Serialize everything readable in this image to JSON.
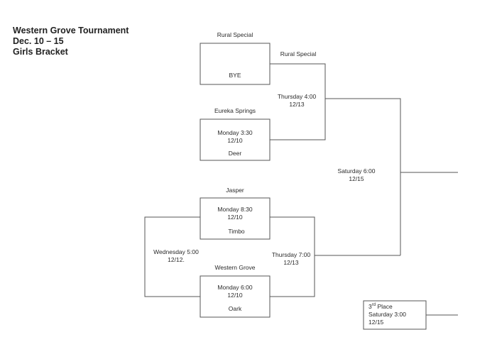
{
  "header": {
    "line1": "Western Grove Tournament",
    "line2": "Dec. 10 – 15",
    "line3": "Girls Bracket"
  },
  "bracket": {
    "game1": {
      "top_team": "Rural Special",
      "bottom_team": "BYE"
    },
    "game2": {
      "top_team": "Eureka Springs",
      "day_time": "Monday 3:30",
      "date": "12/10",
      "bottom_team": "Deer"
    },
    "game3": {
      "top_team": "Jasper",
      "day_time": "Monday 8:30",
      "date": "12/10",
      "bottom_team": "Timbo"
    },
    "game4": {
      "top_team": "Western Grove",
      "day_time": "Monday 6:00",
      "date": "12/10",
      "bottom_team": "Oark"
    },
    "advance1": {
      "team": "Rural Special"
    },
    "semifinal_top": {
      "day_time": "Thursday 4:00",
      "date": "12/13"
    },
    "semifinal_bottom": {
      "day_time": "Thursday 7:00",
      "date": "12/13"
    },
    "consolation": {
      "day_time": "Wednesday 5:00",
      "date": "12/12."
    },
    "final": {
      "day_time": "Saturday 6:00",
      "date": "12/15"
    },
    "third_place": {
      "label_num": "3",
      "label_suffix": "rd",
      "label_word": "Place",
      "day_time": "Saturday 3:00",
      "date": "12/15"
    }
  }
}
